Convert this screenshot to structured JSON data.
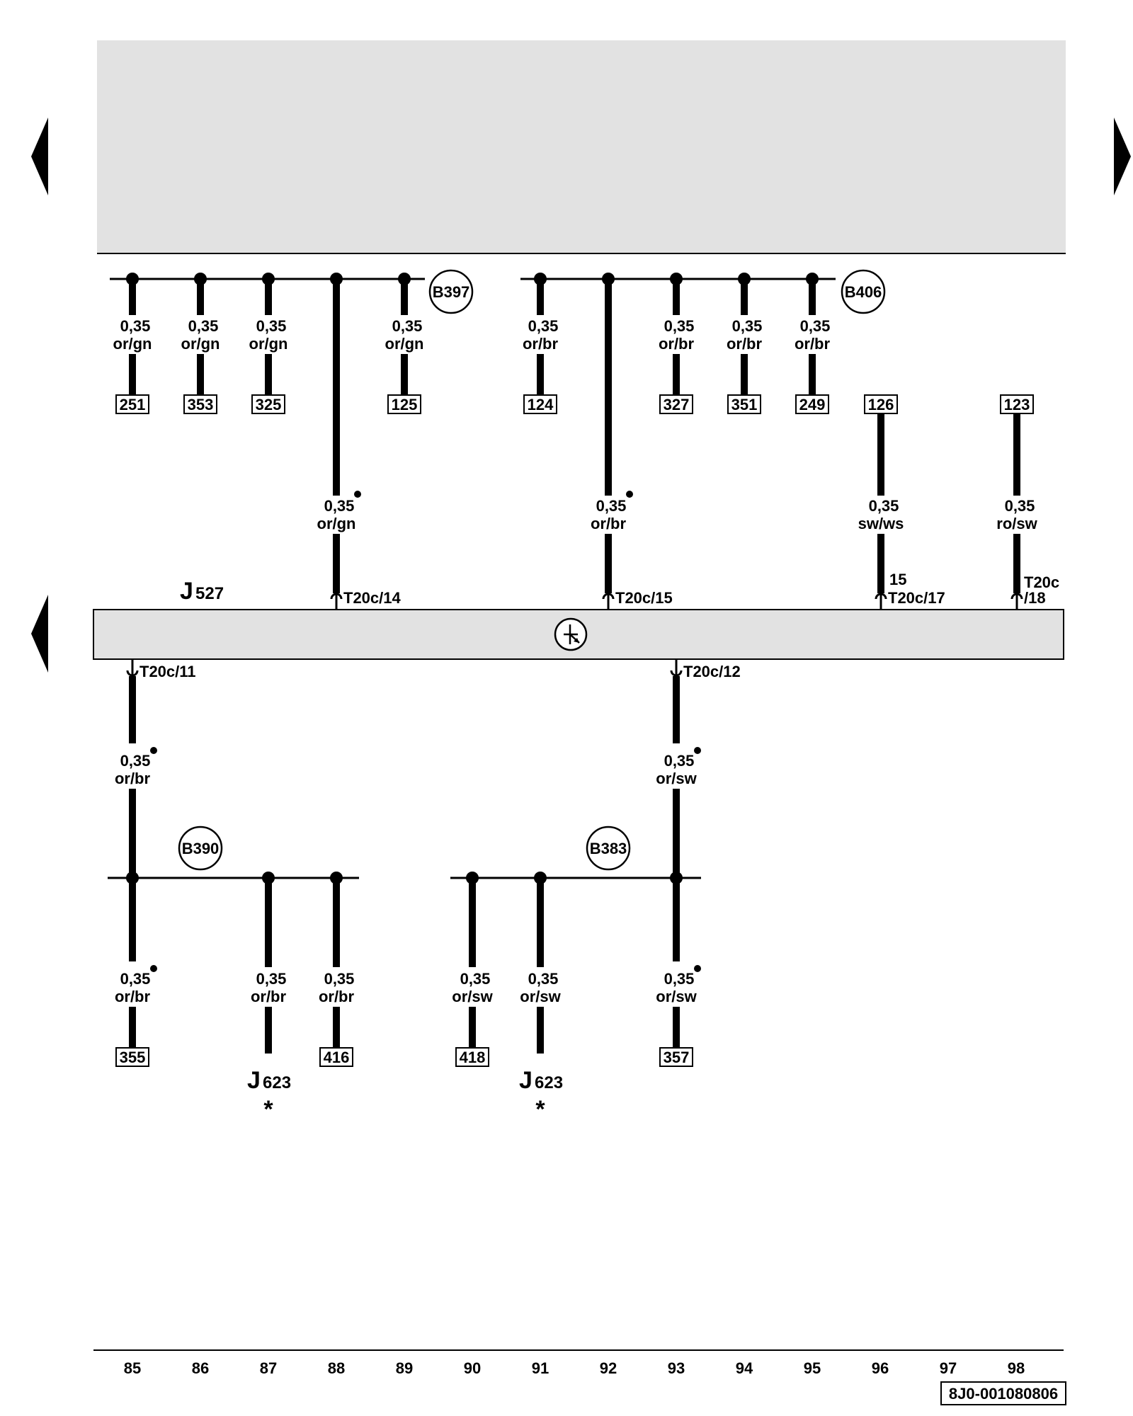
{
  "colors": {
    "wire": "#000000",
    "panel": "#e2e2e2",
    "background": "#ffffff"
  },
  "icons": {
    "nav_left_upper": "triangle-left-icon",
    "nav_right_upper": "triangle-right-icon",
    "nav_left_lower": "triangle-left-icon",
    "module_symbol": "circled-transistor-icon"
  },
  "top_bus_b397": {
    "label": "B397"
  },
  "top_bus_b406": {
    "label": "B406"
  },
  "bottom_bus_b390": {
    "label": "B390"
  },
  "bottom_bus_b383": {
    "label": "B383"
  },
  "module": {
    "name": "J",
    "sub": "527"
  },
  "connectors": {
    "t14": "T20c/14",
    "t15": "T20c/15",
    "t17": "T20c/17",
    "t17_extra": "15",
    "t18a": "T20c",
    "t18b": "/18",
    "t11": "T20c/11",
    "t12": "T20c/12"
  },
  "wires": {
    "w85a": {
      "size": "0,35",
      "color": "or/gn",
      "ref": "251"
    },
    "w86a": {
      "size": "0,35",
      "color": "or/gn",
      "ref": "353"
    },
    "w87a": {
      "size": "0,35",
      "color": "or/gn",
      "ref": "325"
    },
    "w88a": {
      "size": "0,35",
      "color": "or/gn"
    },
    "w89a": {
      "size": "0,35",
      "color": "or/gn",
      "ref": "125"
    },
    "w91a": {
      "size": "0,35",
      "color": "or/br",
      "ref": "124"
    },
    "w92a": {
      "size": "0,35",
      "color": "or/br"
    },
    "w93a": {
      "size": "0,35",
      "color": "or/br",
      "ref": "327"
    },
    "w94a": {
      "size": "0,35",
      "color": "or/br",
      "ref": "351"
    },
    "w95a": {
      "size": "0,35",
      "color": "or/br",
      "ref": "249"
    },
    "w96a": {
      "size": "0,35",
      "color": "sw/ws",
      "ref": "126"
    },
    "w98a": {
      "size": "0,35",
      "color": "ro/sw",
      "ref": "123"
    },
    "w85b": {
      "size": "0,35",
      "color": "or/br"
    },
    "w93b": {
      "size": "0,35",
      "color": "or/sw"
    },
    "w85c": {
      "size": "0,35",
      "color": "or/br",
      "ref": "355"
    },
    "w87c": {
      "size": "0,35",
      "color": "or/br",
      "target": "J",
      "target_sub": "623",
      "mark": "*"
    },
    "w88c": {
      "size": "0,35",
      "color": "or/br",
      "ref": "416"
    },
    "w90c": {
      "size": "0,35",
      "color": "or/sw",
      "ref": "418"
    },
    "w91c": {
      "size": "0,35",
      "color": "or/sw",
      "target": "J",
      "target_sub": "623",
      "mark": "*"
    },
    "w93c": {
      "size": "0,35",
      "color": "or/sw",
      "ref": "357"
    }
  },
  "columns": [
    "85",
    "86",
    "87",
    "88",
    "89",
    "90",
    "91",
    "92",
    "93",
    "94",
    "95",
    "96",
    "97",
    "98"
  ],
  "diagram_id": "8J0-001080806"
}
